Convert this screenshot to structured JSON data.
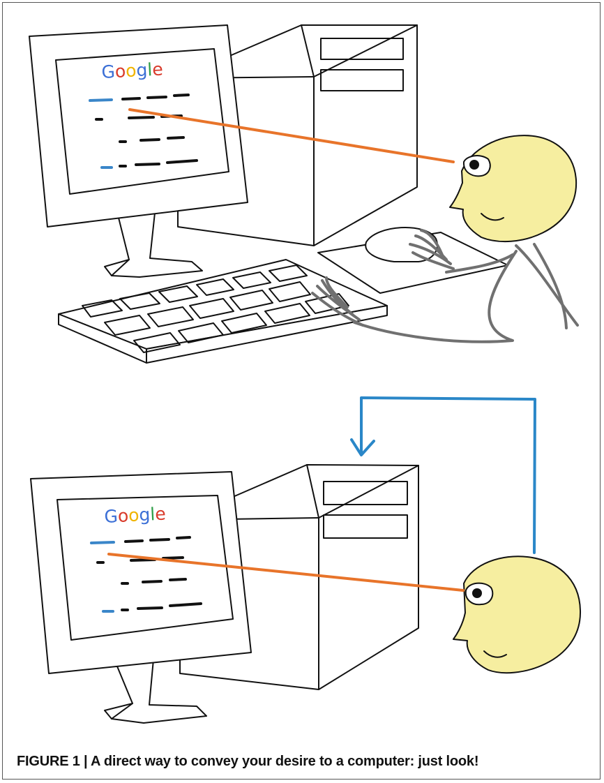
{
  "figure": {
    "caption_label": "FIGURE 1",
    "caption_separator": "|",
    "caption_text": "A direct way to convey your desire to a computer: just look!"
  },
  "screen_logo": {
    "letters": [
      "G",
      "o",
      "o",
      "g",
      "l",
      "e"
    ],
    "letter_colors": [
      "#3b6fd6",
      "#d93b2b",
      "#f0b400",
      "#3b6fd6",
      "#2e9e48",
      "#d93b2b"
    ]
  },
  "colors": {
    "gaze_line": "#e8742a",
    "feedback_arrow": "#2a87c8",
    "face_fill": "#f6eea0",
    "hands": "#707070",
    "outline": "#111111",
    "accent_dash": "#3a86c9"
  }
}
